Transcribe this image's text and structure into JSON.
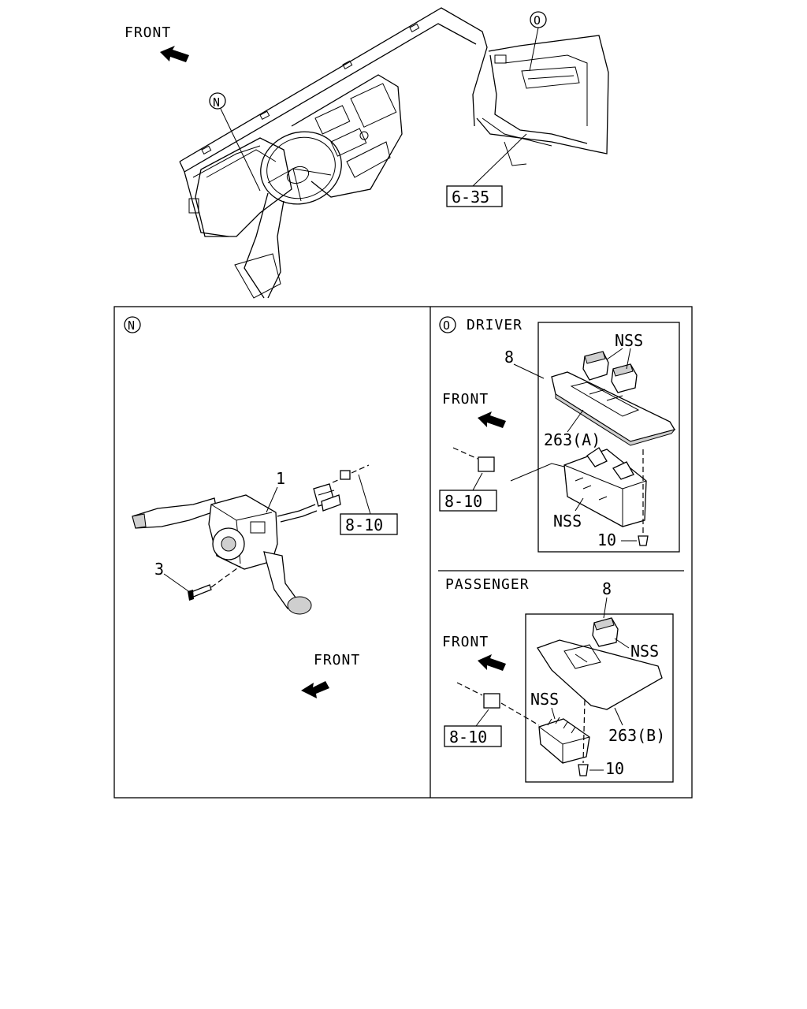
{
  "overview": {
    "front_label": "FRONT",
    "callout_n": "N",
    "callout_o": "O",
    "ref_6_35": "6-35"
  },
  "panel_n": {
    "callout": "N",
    "part_1": "1",
    "part_3": "3",
    "ref_8_10": "8-10",
    "front_label": "FRONT"
  },
  "panel_driver": {
    "callout": "O",
    "title": "DRIVER",
    "part_8": "8",
    "nss_top": "NSS",
    "front_label": "FRONT",
    "part_263a": "263(A)",
    "ref_8_10": "8-10",
    "nss_bottom": "NSS",
    "part_10": "10"
  },
  "panel_passenger": {
    "title": "PASSENGER",
    "part_8": "8",
    "nss_right": "NSS",
    "front_label": "FRONT",
    "nss_left": "NSS",
    "ref_8_10": "8-10",
    "part_263b": "263(B)",
    "part_10": "10"
  }
}
